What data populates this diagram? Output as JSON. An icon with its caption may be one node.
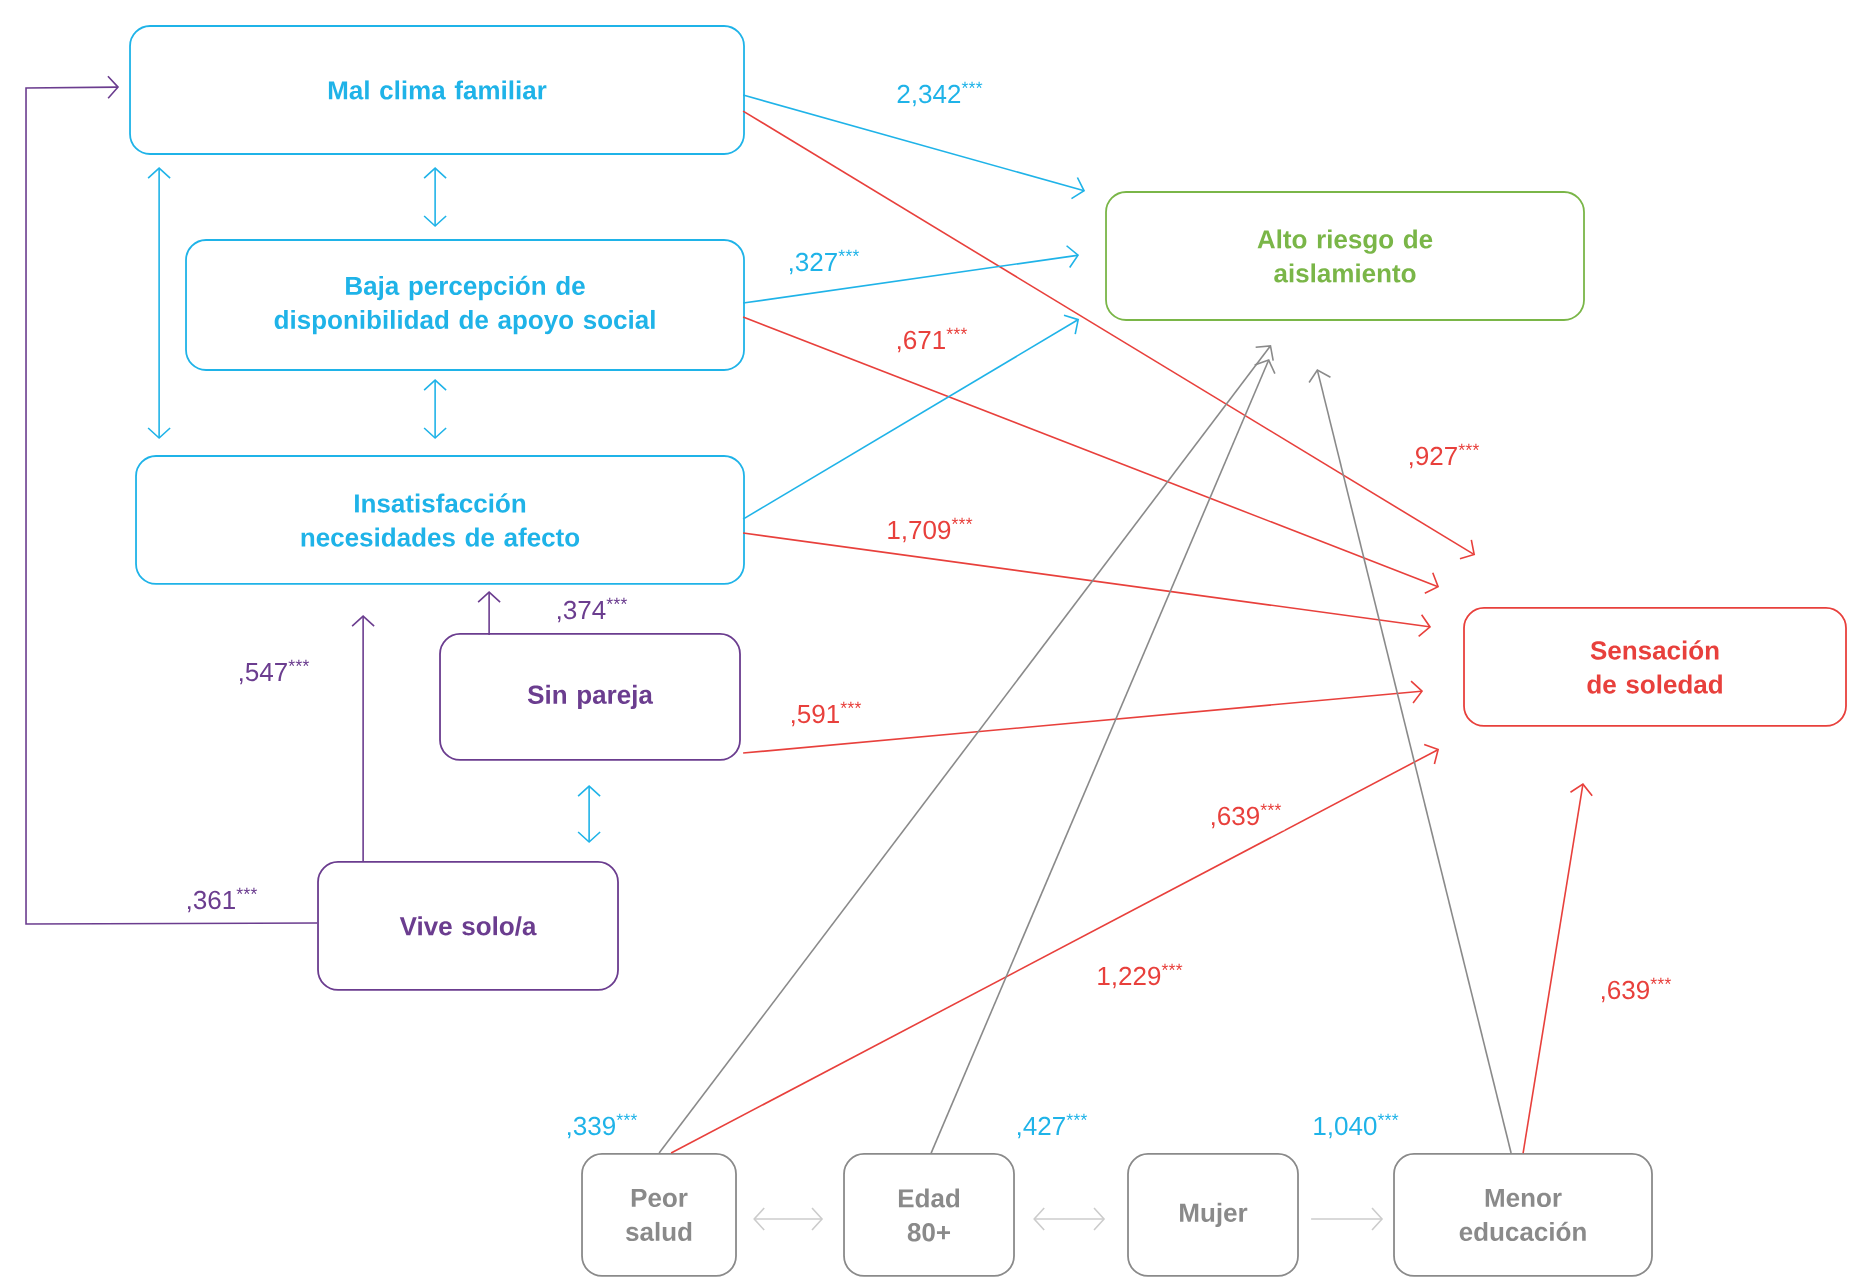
{
  "diagram": {
    "nodes": [
      {
        "text": [
          "Mal clima familiar"
        ]
      },
      {
        "text": [
          "Baja percepción de disponibilidad de apoyo social"
        ]
      },
      {
        "text": [
          "Insatisfacción necesidades de afecto"
        ]
      },
      {
        "text": [
          "Alto riesgo de aislamiento"
        ]
      },
      {
        "text": [
          "Sensación de soledad"
        ]
      },
      {
        "text": [
          "Sin pareja"
        ]
      },
      {
        "text": [
          "Vive solo/a"
        ]
      },
      {
        "text": [
          "Peor salud"
        ]
      },
      {
        "text": [
          "Edad 80+"
        ]
      },
      {
        "text": [
          "Mujer"
        ]
      },
      {
        "text": [
          "Menor educación"
        ]
      }
    ],
    "edges": [
      {
        "from": 0,
        "to": 3,
        "arrow": "to",
        "label": "2,342$^{***}$"
      },
      {
        "from": 0,
        "to": 4,
        "arrow": "to",
        "label": ",927$^{***}$",
        "color": "#e8403c"
      },
      {
        "from": 1,
        "to": 3,
        "arrow": "to",
        "label": ",327$^{***}$"
      },
      {
        "from": 1,
        "to": 4,
        "arrow": "to",
        "label": ",671$^{***}$",
        "color": "#e8403c"
      },
      {
        "from": 2,
        "to": 3,
        "arrow": "to"
      },
      {
        "from": 2,
        "to": 4,
        "arrow": "to",
        "label": "1,709$^{***}$",
        "color": "#e8403c"
      },
      {
        "from": 5,
        "to": 2,
        "arrow": "to",
        "label": ",374$^{***}$",
        "color": "#6b3d8f"
      },
      {
        "from": 5,
        "to": 4,
        "arrow": "to",
        "label": ",591$^{***}$",
        "color": "#e8403c"
      },
      {
        "from": 6,
        "to": 2,
        "arrow": "to",
        "label": ",547$^{***}$",
        "color": "#6b3d8f"
      },
      {
        "from": 6,
        "to": 0,
        "arrow": "to",
        "label": ",361$^{***}$",
        "color": "#6b3d8f"
      },
      {
        "from": 5,
        "to": 6,
        "arrow": "both"
      },
      {
        "from": 0,
        "to": 1,
        "arrow": "both"
      },
      {
        "from": 1,
        "to": 2,
        "arrow": "both"
      },
      {
        "from": 0,
        "to": 2,
        "arrow": "both"
      },
      {
        "from": 7,
        "to": 3,
        "arrow": "to",
        "label": ",339$^{***}$",
        "color": "#8a8a8a"
      },
      {
        "from": 7,
        "to": 4,
        "arrow": "to",
        "label": ",639$^{***}$",
        "color": "#e8403c"
      },
      {
        "from": 8,
        "to": 3,
        "arrow": "to",
        "label": ",427$^{***}$",
        "color": "#8a8a8a"
      },
      {
        "from": 10,
        "to": 3,
        "arrow": "to",
        "label": "1,040$^{***}$",
        "color": "#8a8a8a"
      },
      {
        "from": 10,
        "to": 4,
        "arrow": "to",
        "label": ",639$^{***}$",
        "color": "#e8403c"
      },
      {
        "from": 7,
        "to": 8,
        "arrow": "both",
        "color": "#cccccc"
      },
      {
        "from": 8,
        "to": 9,
        "arrow": "both",
        "color": "#cccccc"
      },
      {
        "from": 9,
        "to": 10,
        "arrow": "to",
        "color": "#cccccc"
      }
    ],
    "labels": [
      "1,229$^{***}$"
    ]
  }
}
